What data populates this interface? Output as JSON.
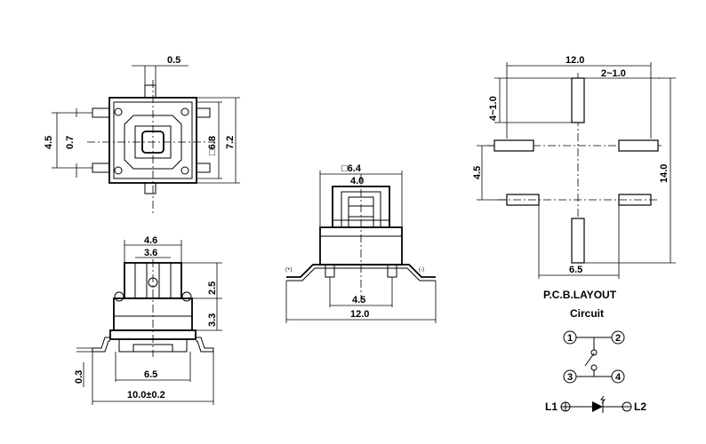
{
  "top_view": {
    "dim_lead_offset": "0.5",
    "dim_lead_spacing": "4.5",
    "dim_lead_width": "0.7",
    "dim_cap_square": "□6.8",
    "dim_body_height": "7.2"
  },
  "side_view": {
    "dim_cap_width": "4.6",
    "dim_stem_width": "3.6",
    "dim_cap_height": "2.5",
    "dim_body_height": "3.3",
    "dim_standoff": "0.3",
    "dim_lead_pitch": "6.5",
    "dim_total_width": "10.0±0.2"
  },
  "front_view": {
    "dim_square": "□6.4",
    "dim_inner": "4.0",
    "dim_pin_span": "4.5",
    "dim_overall": "12.0",
    "mark_plus": "(+)",
    "mark_minus": "(-)"
  },
  "pcb_layout": {
    "dim_width": "12.0",
    "dim_pad_offset": "2~1.0",
    "dim_pad_length": "4~1.0",
    "dim_row_spacing": "4.5",
    "dim_height": "14.0",
    "dim_pad_pitch": "6.5",
    "title": "P.C.B.LAYOUT"
  },
  "circuit": {
    "title": "Circuit",
    "pin1": "1",
    "pin2": "2",
    "pin3": "3",
    "pin4": "4",
    "led_left": "L1",
    "led_right": "L2"
  }
}
